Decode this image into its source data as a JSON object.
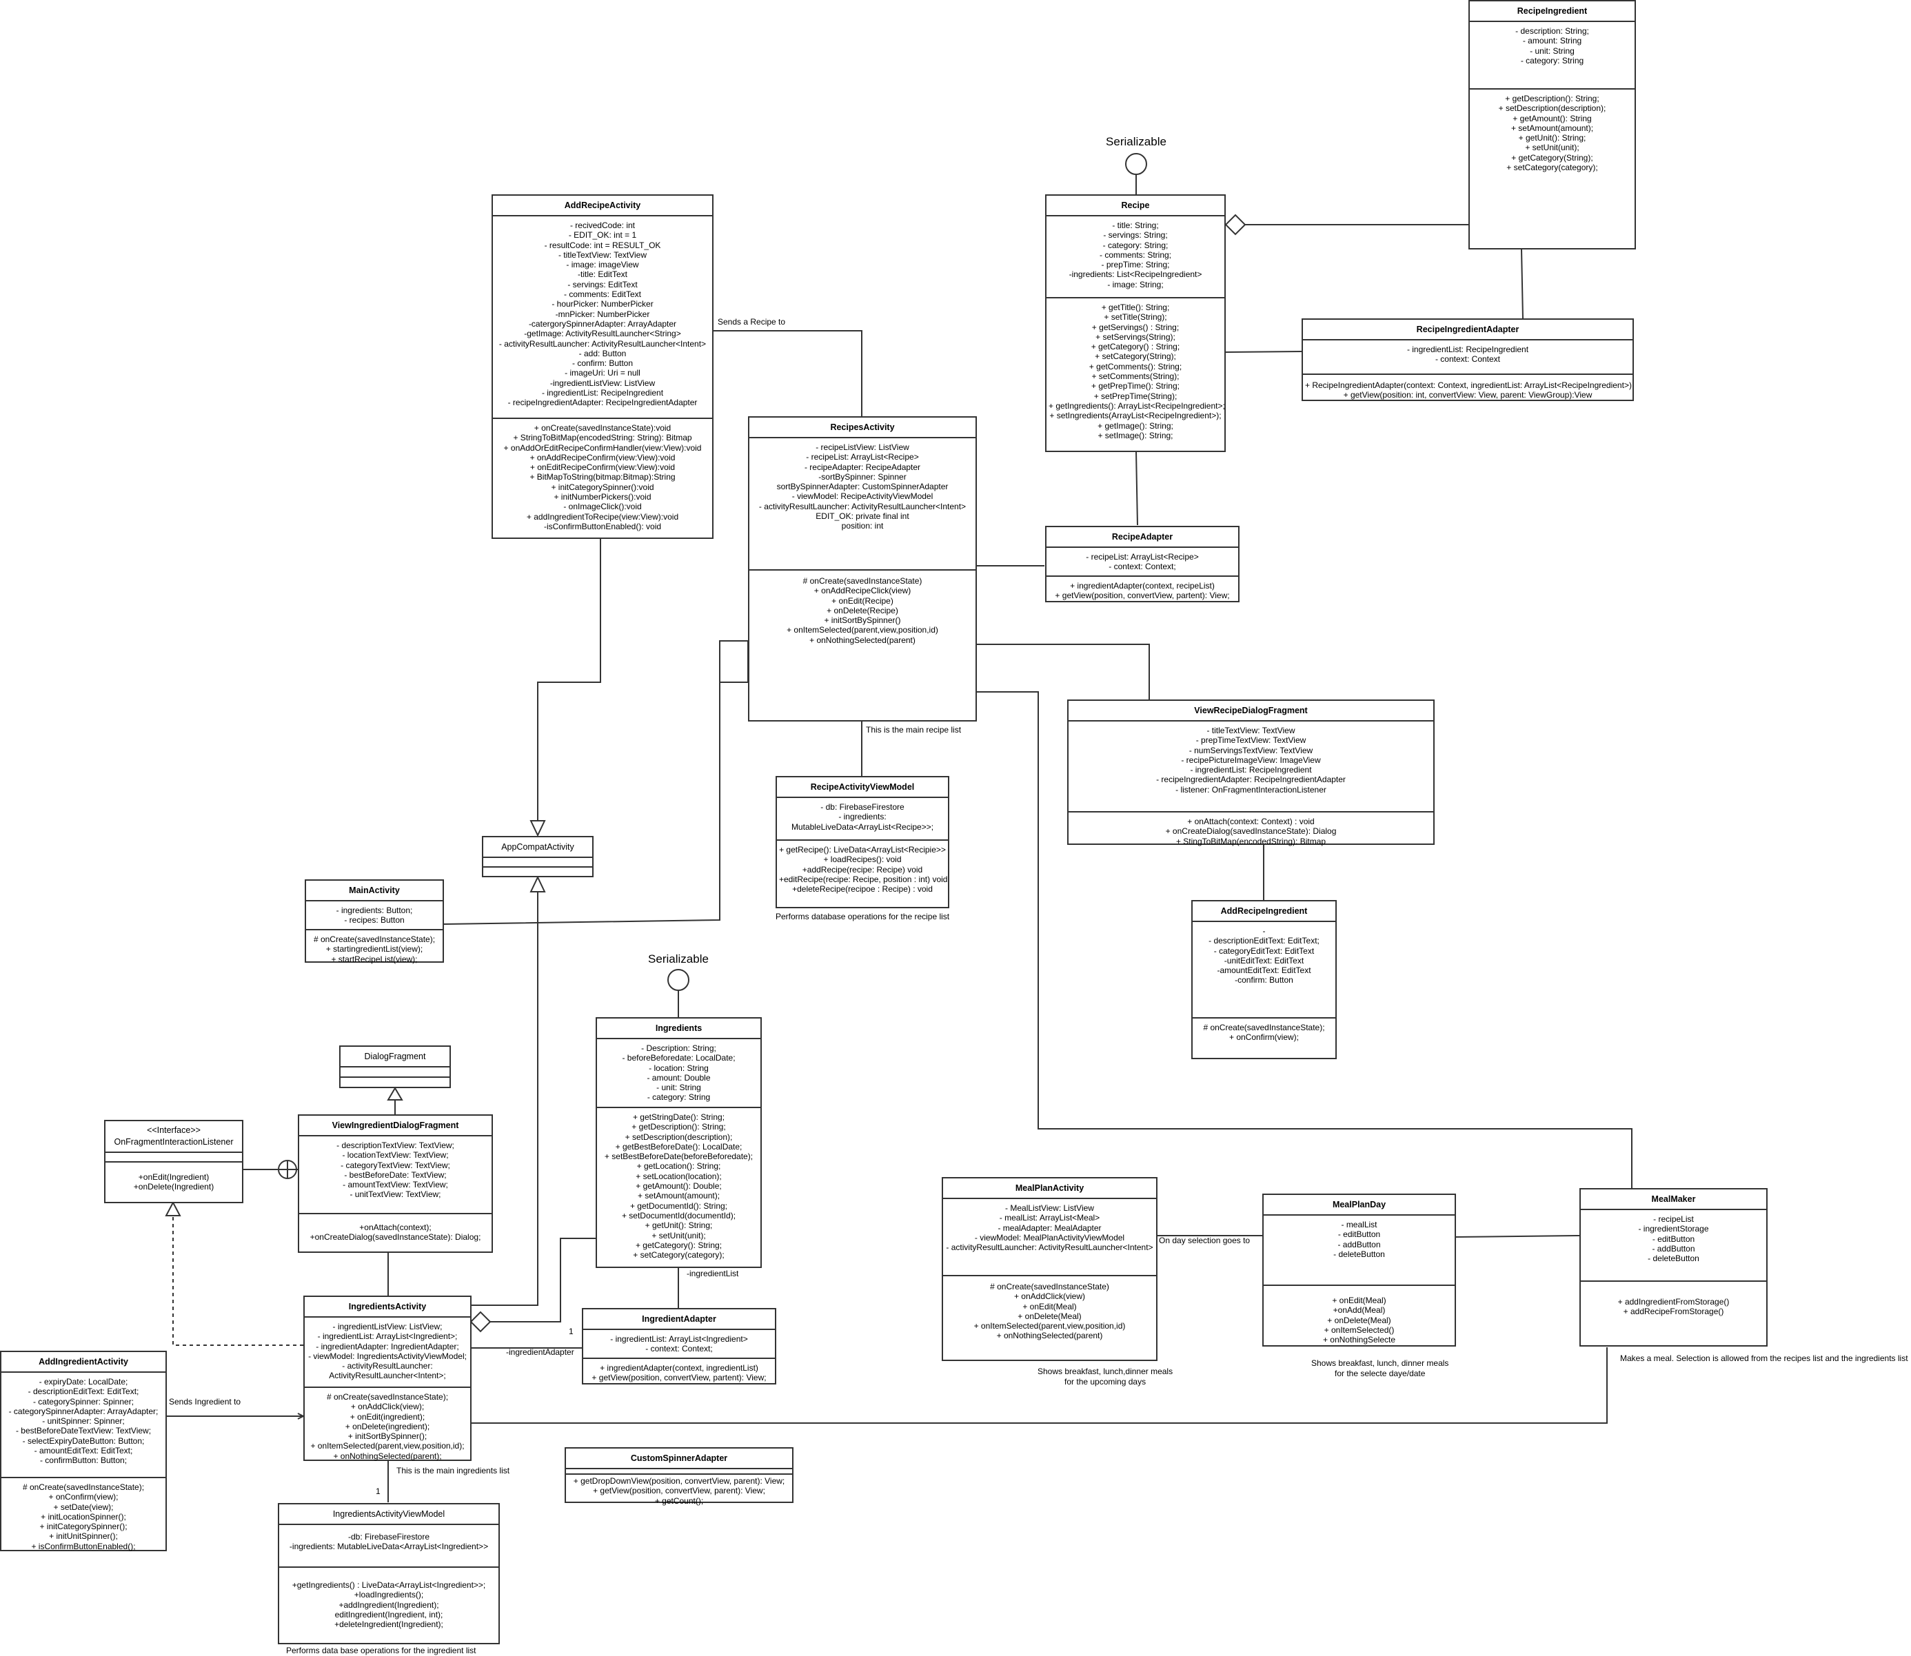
{
  "classes": [
    {
      "id": "RecipeIngredient",
      "name": "RecipeIngredient",
      "attrs": [
        "- description: String;",
        "- amount: String",
        "- unit: String",
        "- category: String"
      ],
      "methods": [
        "+ getDescription(): String;",
        "+ setDescription(description);",
        "+ getAmount(): String",
        "+ setAmount(amount);",
        "+ getUnit(): String;",
        "+ setUnit(unit);",
        "+ getCategory(String);",
        "+ setCategory(category);"
      ]
    },
    {
      "id": "Recipe",
      "name": "Recipe",
      "attrs": [
        "- title: String;",
        "- servings: String;",
        "- category: String;",
        "- comments: String;",
        "- prepTime: String;",
        "-ingredients: List<RecipeIngredient>",
        "- image: String;"
      ],
      "methods": [
        "+ getTitle(): String;",
        "+ setTitle(String);",
        "+ getServings() : String;",
        "+ setServings(String);",
        "+ getCategory() : String;",
        "+ setCategory(String);",
        "+ getComments(): String;",
        "+ setComments(String);",
        "+ getPrepTime(): String;",
        "+ setPrepTime(String);",
        "+ getIngredients(): ArrayList<RecipeIngredient>;",
        "+ setIngredients(ArrayList<RecipeIngredient>);",
        "+ getImage(): String;",
        "+ setImage(): String;"
      ]
    },
    {
      "id": "AddRecipeActivity",
      "name": "AddRecipeActivity",
      "attrs": [
        "- recivedCode: int",
        "- EDIT_OK: int = 1",
        "- resultCode: int = RESULT_OK",
        "- titleTextView: TextView",
        "- image: imageView",
        "-title: EditText",
        "- servings: EditText",
        "- comments: EditText",
        "- hourPicker: NumberPicker",
        "-mnPicker: NumberPicker",
        "-catergorySpinnerAdapter: ArrayAdapter",
        "-getImage: ActivityResultLauncher<String>",
        "- activityResultLauncher: ActivityResultLauncher<Intent>",
        "- add: Button",
        "- confirm: Button",
        "- imageUri: Uri = null",
        "-ingredientListView: ListView",
        "- ingredientList: RecipeIngredient",
        "- recipeIngredientAdapter: RecipeIngredientAdapter"
      ],
      "methods": [
        "+ onCreate(savedInstanceState):void",
        "+ StringToBitMap(encodedString: String): Bitmap",
        "+ onAddOrEditRecipeConfirmHandler(view:View):void",
        "+ onAddRecipeConfirm(view:View):void",
        "+ onEditRecipeConfirm(view:View):void",
        "+ BitMapToString(bitmap:Bitmap):String",
        "+ initCategorySpinner():void",
        "+ initNumberPickers():void",
        "- onImageClick():void",
        "+ addIngredientToRecipe(view:View):void",
        "-isConfirmButtonEnabled(): void"
      ]
    },
    {
      "id": "RecipeIngredientAdapter",
      "name": "RecipeIngredientAdapter",
      "attrs": [
        "- ingredientList: RecipeIngredient",
        "- context: Context"
      ],
      "methods": [
        "+ RecipeIngredientAdapter(context: Context, ingredientList: ArrayList<RecipeIngredient>)",
        "+ getView(position: int, convertView: View, parent: ViewGroup):View"
      ]
    },
    {
      "id": "RecipesActivity",
      "name": "RecipesActivity",
      "attrs": [
        "- recipeListView: ListView",
        "- recipeList: ArrayList<Recipe>",
        "- recipeAdapter: RecipeAdapter",
        "-sortBySpinner: Spinner",
        "sortBySpinnerAdapter: CustomSpinnerAdapter",
        "- viewModel: RecipeActivityViewModel",
        "- activityResultLauncher: ActivityResultLauncher<Intent>",
        "EDIT_OK: private final int",
        "position: int"
      ],
      "methods": [
        "# onCreate(savedInstanceState)",
        "+ onAddRecipeClick(view)",
        "+ onEdit(Recipe)",
        "+ onDelete(Recipe)",
        "+ initSortBySpinner()",
        "+ onItemSelected(parent,view,position,id)",
        "+ onNothingSelected(parent)"
      ]
    },
    {
      "id": "RecipeAdapter",
      "name": "RecipeAdapter",
      "attrs": [
        "- recipeList: ArrayList<Recipe>",
        "- context: Context;"
      ],
      "methods": [
        "+ ingredientAdapter(context, recipeList)",
        "+ getView(position, convertView, partent): View;"
      ]
    },
    {
      "id": "ViewRecipeDialogFragment",
      "name": "ViewRecipeDialogFragment",
      "attrs": [
        "- titleTextView: TextView",
        "- prepTimeTextView: TextView",
        "- numServingsTextView: TextView",
        "- recipePictureImageView: ImageView",
        "- ingredientList: RecipeIngredient",
        "- recipeIngredientAdapter: RecipeIngredientAdapter",
        "- listener: OnFragmentInteractionListener"
      ],
      "methods": [
        "+ onAttach(context: Context) : void",
        "+ onCreateDialog(savedInstanceState): Dialog",
        "+ StingToBitMap(encodedString): Bitmap"
      ]
    },
    {
      "id": "RecipeActivityViewModel",
      "name": "RecipeActivityViewModel",
      "attrs": [
        "- db: FirebaseFirestore",
        "- ingredients:",
        "MutableLiveData<ArrayList<Recipe>>;"
      ],
      "methods": [
        "+ getRecipe(): LiveData<ArrayList<Recipie>>",
        "+ loadRecipes(): void",
        "+addRecipe(recipe: Recipe) void",
        "+editRecipe(recipe: Recipe, position : int) void",
        "+deleteRecipe(recipoe : Recipe) : void"
      ]
    },
    {
      "id": "AppCompatActivity",
      "name": "AppCompatActivity",
      "plain": true,
      "attrs": [],
      "methods": []
    },
    {
      "id": "MainActivity",
      "name": "MainActivity",
      "attrs": [
        "- ingredients: Button;",
        "- recipes: Button"
      ],
      "methods": [
        "# onCreate(savedInstanceState);",
        "+ startingredientList(view);",
        "+ startRecipeList(view);"
      ]
    },
    {
      "id": "AddRecipeIngredient",
      "name": "AddRecipeIngredient",
      "attrs": [
        "-",
        "- descriptionEditText: EditText;",
        "- categoryEditText: EditText",
        "-unitEditText: EditText",
        "-amountEditText: EditText",
        "-confirm: Button"
      ],
      "methods": [
        "# onCreate(savedInstanceState);",
        "+ onConfirm(view);"
      ]
    },
    {
      "id": "Ingredients",
      "name": "Ingredients",
      "attrs": [
        "- Description: String;",
        "- beforeBeforedate: LocalDate;",
        "- location: String",
        "- amount: Double",
        "- unit: String",
        "- category: String"
      ],
      "methods": [
        "+ getStringDate(): String;",
        "+ getDescription(): String;",
        "+ setDescription(description);",
        "+ getBestBeforeDate(): LocalDate;",
        "+ setBestBeforeDate(beforeBeforedate);",
        "+ getLocation(): String;",
        "+ setLocation(location);",
        "+ getAmount(): Double;",
        "+ setAmount(amount);",
        "+ getDocumentId(): String;",
        "+ setDocumentId(documentId);",
        "+ getUnit(): String;",
        "+ setUnit(unit);",
        "+ getCategory(): String;",
        "+ setCategory(category);"
      ]
    },
    {
      "id": "DialogFragment",
      "name": "DialogFragment",
      "plain": true,
      "attrs": [],
      "methods": []
    },
    {
      "id": "OnFragmentInteractionListener",
      "name": "<<Interface>>\nOnFragmentInteractionListener",
      "iface": true,
      "attrs": [],
      "methods": [
        "+onEdit(Ingredient)",
        "+onDelete(Ingredient)"
      ]
    },
    {
      "id": "ViewIngredientDialogFragment",
      "name": "ViewIngredientDialogFragment",
      "attrs": [
        "- descriptionTextView: TextView;",
        "- locationTextView: TextView;",
        "- categoryTextView: TextView;",
        "- bestBeforeDate: TextView;",
        "- amountTextView: TextView;",
        "- unitTextView: TextView;"
      ],
      "methods": [
        "+onAttach(context);",
        "+onCreateDialog(savedInstanceState): Dialog;"
      ]
    },
    {
      "id": "MealPlanActivity",
      "name": "MealPlanActivity",
      "attrs": [
        "- MealListView: ListView",
        "- mealList: ArrayList<Meal>",
        "- mealAdapter: MealAdapter",
        "- viewModel: MealPlanActivityViewModel",
        "- activityResultLauncher: ActivityResultLauncher<Intent>"
      ],
      "methods": [
        "# onCreate(savedInstanceState)",
        "+ onAddClick(view)",
        "+ onEdit(Meal)",
        "+ onDelete(Meal)",
        "+ onItemSelected(parent,view,position,id)",
        "+ onNothingSelected(parent)"
      ]
    },
    {
      "id": "MealPlanDay",
      "name": "MealPlanDay",
      "attrs": [
        "- mealList",
        "- editButton",
        "- addButton",
        "- deleteButton"
      ],
      "methods": [
        "+ onEdit(Meal)",
        "+onAdd(Meal)",
        "+ onDelete(Meal)",
        "+ onItemSelected()",
        "+ onNothingSelecte"
      ]
    },
    {
      "id": "MealMaker",
      "name": "MealMaker",
      "attrs": [
        "- recipeList",
        "- ingredientStorage",
        "- editButton",
        "- addButton",
        "- deleteButton"
      ],
      "methods": [
        "+ addIngredientFromStorage()",
        "+ addRecipeFromStorage()"
      ]
    },
    {
      "id": "IngredientsActivity",
      "name": "IngredientsActivity",
      "attrs": [
        "- ingredientListView: ListView;",
        "- ingredientList: ArrayList<Ingredient>;",
        "- ingredientAdapter: IngredientAdapter;",
        "- viewModel: IngredientsActivityViewModel;",
        "- activityResultLauncher:",
        "ActivityResultLauncher<Intent>;"
      ],
      "methods": [
        "# onCreate(savedInstanceState);",
        "+ onAddClick(view);",
        "+ onEdit(ingredient);",
        "+ onDelete(ingredient);",
        "+ initSortBySpinner();",
        "+ onItemSelected(parent,view,position,id);",
        "+ onNothingSelected(parent);"
      ]
    },
    {
      "id": "IngredientAdapter",
      "name": "IngredientAdapter",
      "attrs": [
        "- ingredientList: ArrayList<Ingredient>",
        "- context: Context;"
      ],
      "methods": [
        "+ ingredientAdapter(context, ingredientList)",
        "+ getView(position, convertView, partent): View;"
      ]
    },
    {
      "id": "AddIngredientActivity",
      "name": "AddIngredientActivity",
      "attrs": [
        "- expiryDate: LocalDate;",
        "- descriptionEditText: EditText;",
        "- categorySpinner: Spinner;",
        "- categorySpinnerAdapter: ArrayAdapter;",
        "- unitSpinner: Spinner;",
        "- bestBeforeDateTextView: TextView;",
        "- selectExpiryDateButton: Button;",
        "- amountEditText: EditText;",
        "- confirmButton: Button;"
      ],
      "methods": [
        "# onCreate(savedInstanceState);",
        "+ onConfirm(view);",
        "+ setDate(view);",
        "+ initLocationSpinner();",
        "+ initCategorySpinner();",
        "+ initUnitSpinner();",
        "+ isConfirmButtonEnabled();"
      ]
    },
    {
      "id": "CustomSpinnerAdapter",
      "name": "CustomSpinnerAdapter",
      "attrs": [],
      "methods": [
        "+ getDropDownView(position, convertView, parent): View;",
        "+ getView(position, convertView, parent): View;",
        "+ getCount();"
      ]
    },
    {
      "id": "IngredientsActivityViewModel",
      "name": "IngredientsActivityViewModel",
      "plain": true,
      "attrs": [
        "-db: FirebaseFirestore",
        "-ingredients: MutableLiveData<ArrayList<Ingredient>>"
      ],
      "methods": [
        "+getIngredients() : LiveData<ArrayList<Ingredient>>;",
        "+loadIngredients();",
        "+addIngredient(Ingredient);",
        "editIngredient(Ingredient, int);",
        "+deleteIngredient(Ingredient);"
      ]
    }
  ],
  "interfaces": [
    "Serializable",
    "Serializable"
  ],
  "notes": {
    "sends_recipe": "Sends a Recipe to",
    "main_recipe_list": "This is the main recipe list",
    "db_ops_recipe": "Performs database operations for the recipe list",
    "ingredient_list_label": "-ingredientList",
    "ingredient_adapter_label": "-ingredientAdapter",
    "mult_one": "1",
    "mult_one_b": "1",
    "sends_ingredient": "Sends Ingredient to",
    "main_ingredients_list": "This is the main ingredients list",
    "db_ops_ingredient": "Performs data base operations for the ingredient list",
    "day_selection": "On day selection goes to",
    "shows_upcoming": "Shows breakfast, lunch,dinner meals\nfor the upcoming days",
    "shows_selected": "Shows breakfast, lunch, dinner meals\nfor the selecte daye/date",
    "makes_meal": "Makes a meal. Selection is allowed from the recipes list and the ingredients list"
  },
  "colors": {
    "line": "#333333",
    "text": "#000000",
    "background": "#ffffff"
  }
}
